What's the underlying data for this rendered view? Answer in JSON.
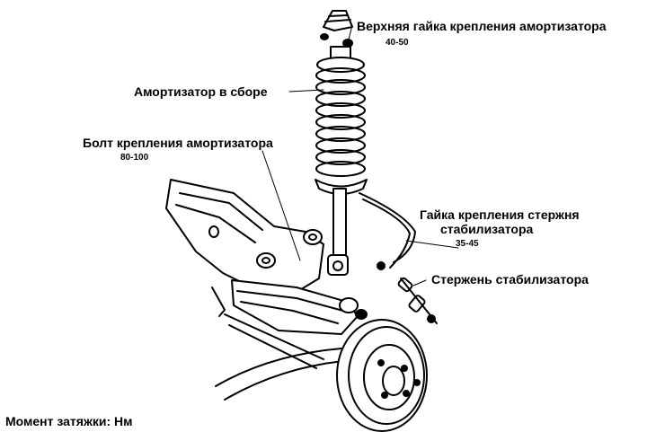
{
  "labels": {
    "top_nut": "Верхняя гайка крепления амортизатора",
    "top_nut_torque": "40-50",
    "strut_assembly": "Амортизатор в сборе",
    "strut_bolt": "Болт крепления амортизатора",
    "strut_bolt_torque": "80-100",
    "stab_nut_line1": "Гайка крепления стержня",
    "stab_nut_line2": "стабилизатора",
    "stab_nut_torque": "35-45",
    "stab_link": "Стержень стабилизатора",
    "footer": "Момент затяжки: Нм"
  },
  "colors": {
    "ink": "#000000",
    "paper": "#ffffff"
  }
}
